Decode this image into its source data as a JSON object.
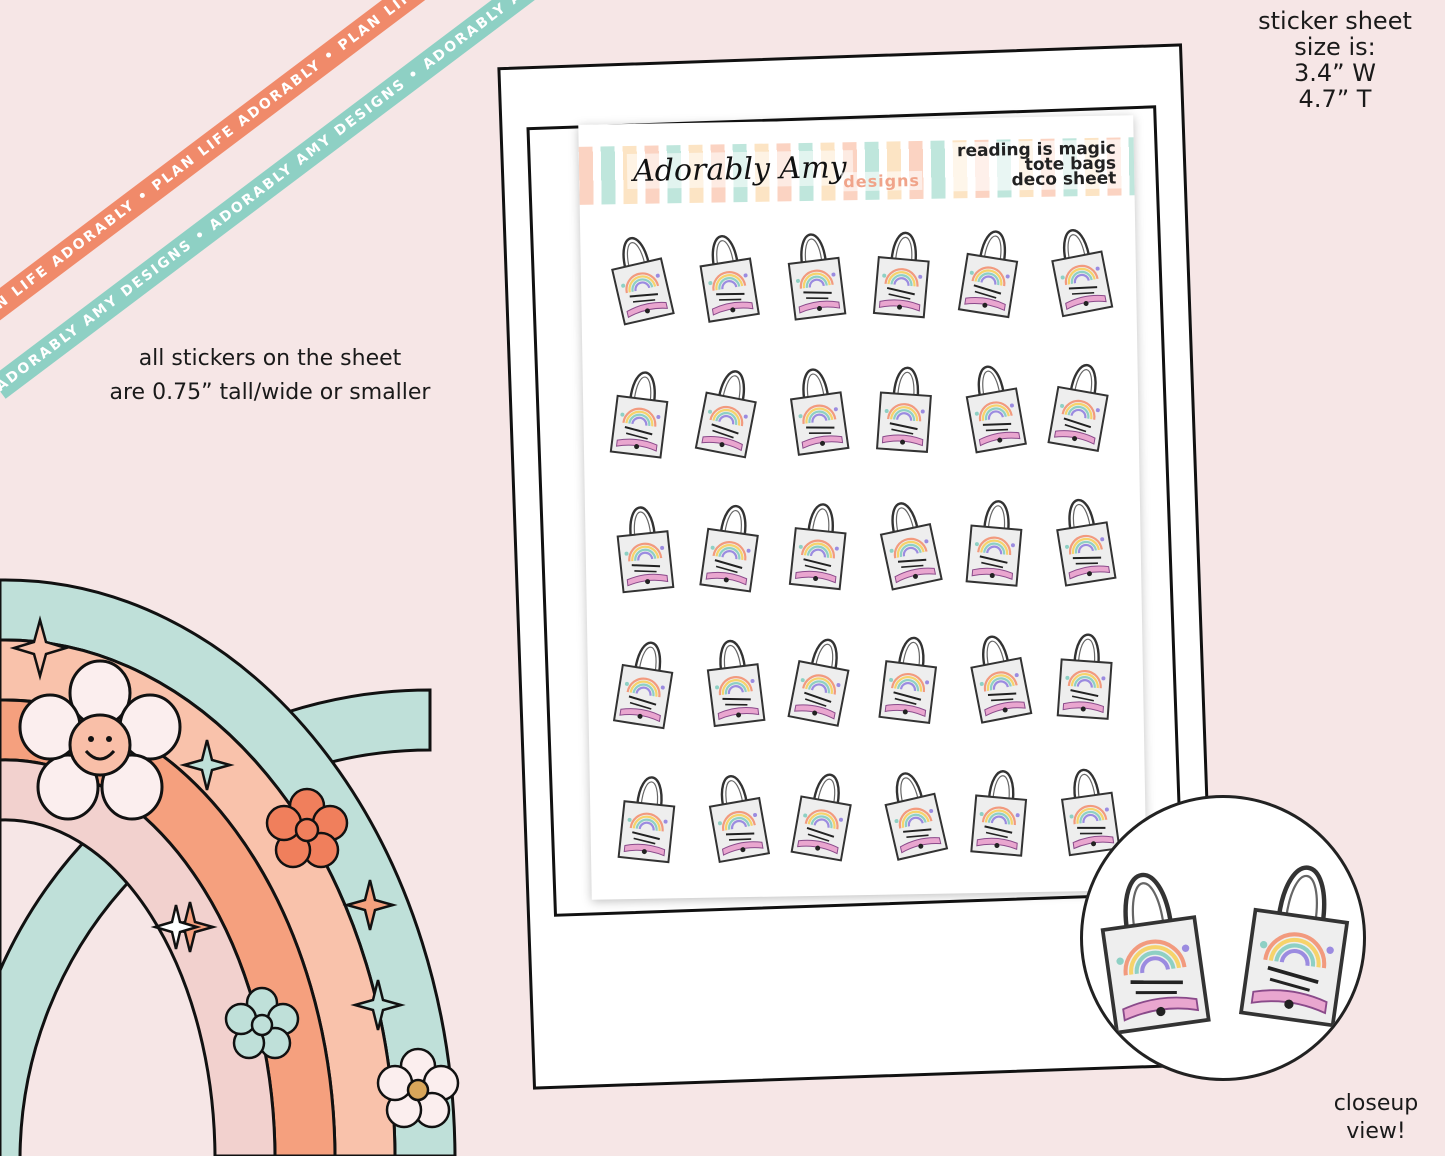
{
  "ribbons": {
    "orange_text": "PLAN LIFE ADORABLY • PLAN LIFE ADORABLY • PLAN LIFE ADORABLY •",
    "teal_text": "ADORABLY AMY DESIGNS • ADORABLY AMY DESIGNS • ADORABLY AMY DESIGNS •"
  },
  "size_info": {
    "line1": "sticker sheet",
    "line2": "size is:",
    "line3": "3.4” W",
    "line4": "4.7” T"
  },
  "sticker_info": {
    "line1": "all stickers on the sheet",
    "line2": "are 0.75” tall/wide or smaller"
  },
  "sheet": {
    "brand": "Adorably Amy",
    "brand_sub": "designs",
    "title_line1": "reading is magic",
    "title_line2": "tote bags",
    "title_line3": "deco sheet",
    "rows": 5,
    "cols": 6
  },
  "closeup": {
    "label_line1": "closeup",
    "label_line2": "view!"
  },
  "colors": {
    "background": "#f6e6e6",
    "ribbon_orange": "#f08a6a",
    "ribbon_teal": "#8ed0c4",
    "rainbow_teal": "#bfe0d9",
    "rainbow_peach": "#f9c2ab",
    "rainbow_orange": "#f5a07e",
    "rainbow_pink": "#f2d1ce"
  }
}
